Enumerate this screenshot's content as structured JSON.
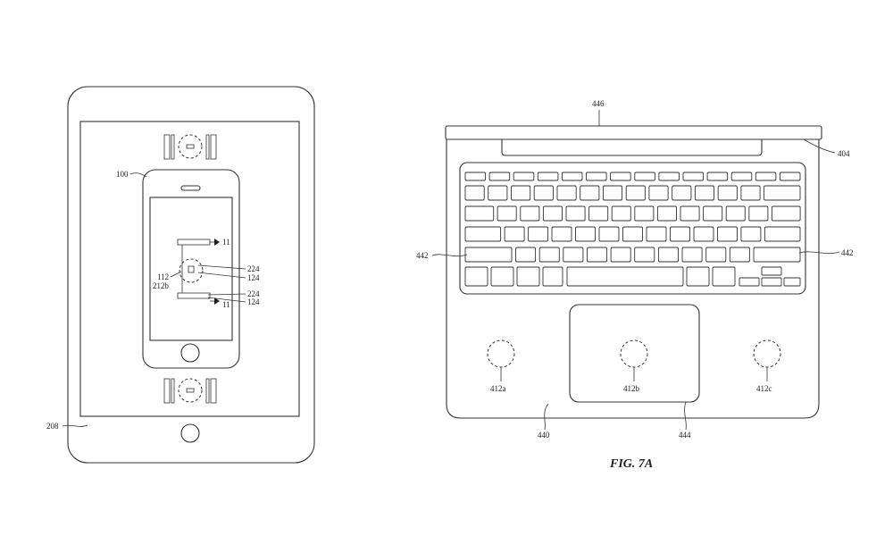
{
  "labels": {
    "phone": "100",
    "tablet": "208",
    "coil": "112",
    "coil_b": "212b",
    "ref_224_top": "224",
    "ref_124_top": "124",
    "ref_224_bottom": "224",
    "ref_124_bottom": "124",
    "section_top": "11",
    "section_bottom": "11",
    "lid": "446",
    "hinge": "404",
    "keyboard_left": "442",
    "keyboard_right": "442",
    "coil_a": "412a",
    "coil_b_laptop": "412b",
    "coil_c": "412c",
    "palm_rest": "440",
    "trackpad": "444"
  },
  "figure_caption": "FIG. 7A"
}
